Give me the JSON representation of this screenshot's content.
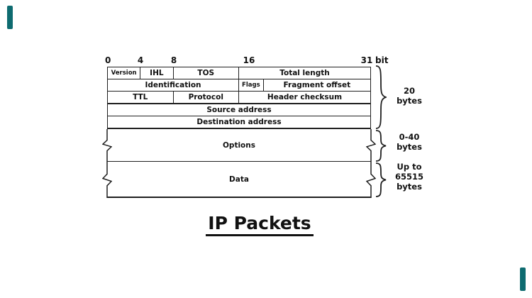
{
  "colors": {
    "accent": "#0E6B70",
    "line": "#1f1f1f",
    "text": "#111111"
  },
  "bit_scale": {
    "ticks": [
      "0",
      "4",
      "8",
      "16",
      "31"
    ],
    "unit_label": "bit"
  },
  "header_table": {
    "rows": [
      {
        "cells": [
          {
            "label": "Version"
          },
          {
            "label": "IHL"
          },
          {
            "label": "TOS"
          },
          {
            "label": "Total length"
          }
        ]
      },
      {
        "cells": [
          {
            "label": "Identification"
          },
          {
            "label": "Flags"
          },
          {
            "label": "Fragment offset"
          }
        ]
      },
      {
        "cells": [
          {
            "label": "TTL"
          },
          {
            "label": "Protocol"
          },
          {
            "label": "Header checksum"
          }
        ]
      },
      {
        "cells": [
          {
            "label": "Source address"
          }
        ]
      },
      {
        "cells": [
          {
            "label": "Destination address"
          }
        ]
      }
    ]
  },
  "stretch_rows": [
    {
      "label": "Options"
    },
    {
      "label": "Data"
    }
  ],
  "size_annotations": [
    {
      "lines": [
        "20",
        "bytes"
      ]
    },
    {
      "lines": [
        "0-40",
        "bytes"
      ]
    },
    {
      "lines": [
        "Up to",
        "65515",
        "bytes"
      ]
    }
  ],
  "title": "IP Packets"
}
